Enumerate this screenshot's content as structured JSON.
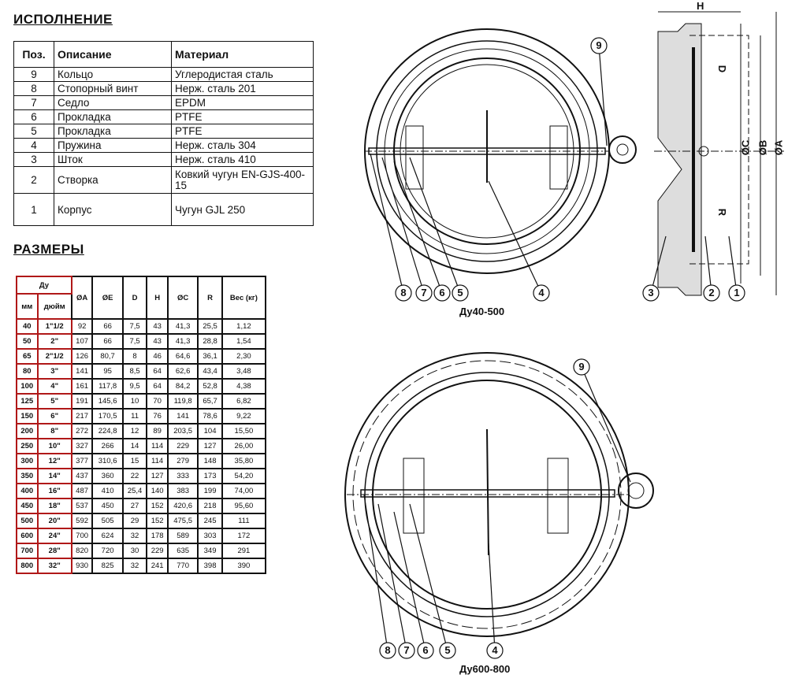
{
  "execution": {
    "title": "ИСПОЛНЕНИЕ",
    "headers": [
      "Поз.",
      "Описание",
      "Материал"
    ],
    "rows": [
      [
        "9",
        "Кольцо",
        "Углеродистая сталь"
      ],
      [
        "8",
        "Стопорный винт",
        "Нерж. сталь 201"
      ],
      [
        "7",
        "Седло",
        "EPDM"
      ],
      [
        "6",
        "Прокладка",
        "PTFE"
      ],
      [
        "5",
        "Прокладка",
        "PTFE"
      ],
      [
        "4",
        "Пружина",
        "Нерж. сталь 304"
      ],
      [
        "3",
        "Шток",
        "Нерж. сталь 410"
      ],
      [
        "2",
        "Створка",
        "Ковкий чугун EN-GJS-400-15"
      ],
      [
        "1",
        "Корпус",
        "Чугун GJL 250"
      ]
    ]
  },
  "dimensions": {
    "title": "РАЗМЕРЫ",
    "dn_header": "Ду",
    "sub_headers": [
      "мм",
      "дюйм"
    ],
    "headers": [
      "ØA",
      "ØE",
      "D",
      "H",
      "ØC",
      "R",
      "Вес (кг)"
    ],
    "rows": [
      [
        "40",
        "1\"1/2",
        "92",
        "66",
        "7,5",
        "43",
        "41,3",
        "25,5",
        "1,12"
      ],
      [
        "50",
        "2\"",
        "107",
        "66",
        "7,5",
        "43",
        "41,3",
        "28,8",
        "1,54"
      ],
      [
        "65",
        "2\"1/2",
        "126",
        "80,7",
        "8",
        "46",
        "64,6",
        "36,1",
        "2,30"
      ],
      [
        "80",
        "3\"",
        "141",
        "95",
        "8,5",
        "64",
        "62,6",
        "43,4",
        "3,48"
      ],
      [
        "100",
        "4\"",
        "161",
        "117,8",
        "9,5",
        "64",
        "84,2",
        "52,8",
        "4,38"
      ],
      [
        "125",
        "5\"",
        "191",
        "145,6",
        "10",
        "70",
        "119,8",
        "65,7",
        "6,82"
      ],
      [
        "150",
        "6\"",
        "217",
        "170,5",
        "11",
        "76",
        "141",
        "78,6",
        "9,22"
      ],
      [
        "200",
        "8\"",
        "272",
        "224,8",
        "12",
        "89",
        "203,5",
        "104",
        "15,50"
      ],
      [
        "250",
        "10\"",
        "327",
        "266",
        "14",
        "114",
        "229",
        "127",
        "26,00"
      ],
      [
        "300",
        "12\"",
        "377",
        "310,6",
        "15",
        "114",
        "279",
        "148",
        "35,80"
      ],
      [
        "350",
        "14\"",
        "437",
        "360",
        "22",
        "127",
        "333",
        "173",
        "54,20"
      ],
      [
        "400",
        "16\"",
        "487",
        "410",
        "25,4",
        "140",
        "383",
        "199",
        "74,00"
      ],
      [
        "450",
        "18\"",
        "537",
        "450",
        "27",
        "152",
        "420,6",
        "218",
        "95,60"
      ],
      [
        "500",
        "20\"",
        "592",
        "505",
        "29",
        "152",
        "475,5",
        "245",
        "111"
      ],
      [
        "600",
        "24\"",
        "700",
        "624",
        "32",
        "178",
        "589",
        "303",
        "172"
      ],
      [
        "700",
        "28\"",
        "820",
        "720",
        "30",
        "229",
        "635",
        "349",
        "291"
      ],
      [
        "800",
        "32\"",
        "930",
        "825",
        "32",
        "241",
        "770",
        "398",
        "390"
      ]
    ]
  },
  "drawings": {
    "top_caption": "Ду40-500",
    "bottom_caption": "Ду600-800",
    "side_labels": [
      "H",
      "D",
      "ØC",
      "ØB",
      "ØA",
      "R"
    ],
    "callouts": [
      "9",
      "8",
      "7",
      "6",
      "5",
      "4",
      "3",
      "2",
      "1"
    ]
  }
}
